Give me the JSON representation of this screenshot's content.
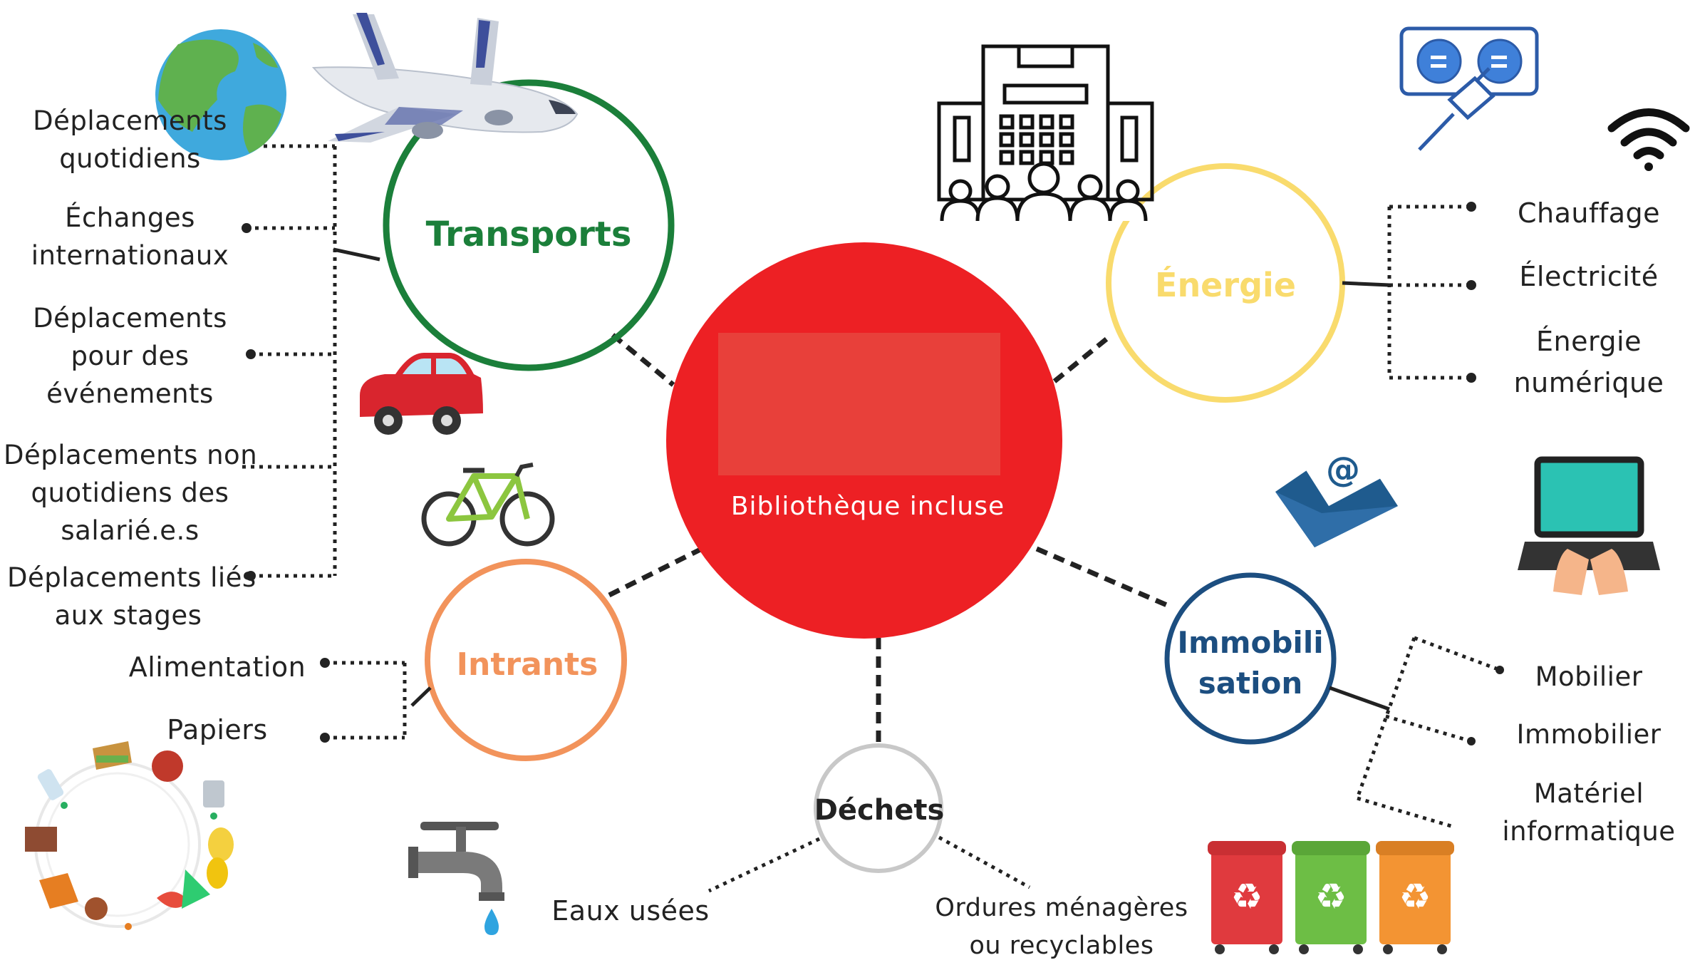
{
  "center": {
    "label": "Bibliothèque incluse",
    "color": "#ED2024"
  },
  "hubs": {
    "transports": {
      "label": "Transports",
      "color": "#1B7F3A"
    },
    "energie": {
      "label": "Énergie",
      "color": "#F9DB6D"
    },
    "intrants": {
      "label": "Intrants",
      "color": "#F2935B"
    },
    "dechets": {
      "label": "Déchets",
      "color": "#222222"
    },
    "immobilisation": {
      "label_line1": "Immobili",
      "label_line2": "sation",
      "color": "#1C4E80"
    }
  },
  "branches": {
    "transports": [
      {
        "line1": "Déplacements",
        "line2": "quotidiens"
      },
      {
        "line1": "Échanges",
        "line2": "internationaux"
      },
      {
        "line1": "Déplacements",
        "line2": "pour des",
        "line3": "événements"
      },
      {
        "line1": "Déplacements non",
        "line2": "quotidiens des",
        "line3": "salarié.e.s"
      },
      {
        "line1": "Déplacements liés",
        "line2": "aux stages"
      }
    ],
    "energie": [
      {
        "line1": "Chauffage"
      },
      {
        "line1": "Électricité"
      },
      {
        "line1": "Énergie",
        "line2": "numérique"
      }
    ],
    "intrants": [
      {
        "line1": "Alimentation"
      },
      {
        "line1": "Papiers"
      }
    ],
    "dechets": [
      {
        "line1": "Eaux usées"
      },
      {
        "line1": "Ordures ménagères",
        "line2": "ou recyclables"
      }
    ],
    "immobilisation": [
      {
        "line1": "Mobilier"
      },
      {
        "line1": "Immobilier"
      },
      {
        "line1": "Matériel",
        "line2": "informatique"
      }
    ]
  },
  "icons": [
    "globe-icon",
    "airplane-icon",
    "car-icon",
    "bicycle-icon",
    "building-icon",
    "power-outlet-icon",
    "wifi-icon",
    "email-icon",
    "laptop-icon",
    "food-plate-icon",
    "water-tap-icon",
    "recycling-bins-icon"
  ]
}
